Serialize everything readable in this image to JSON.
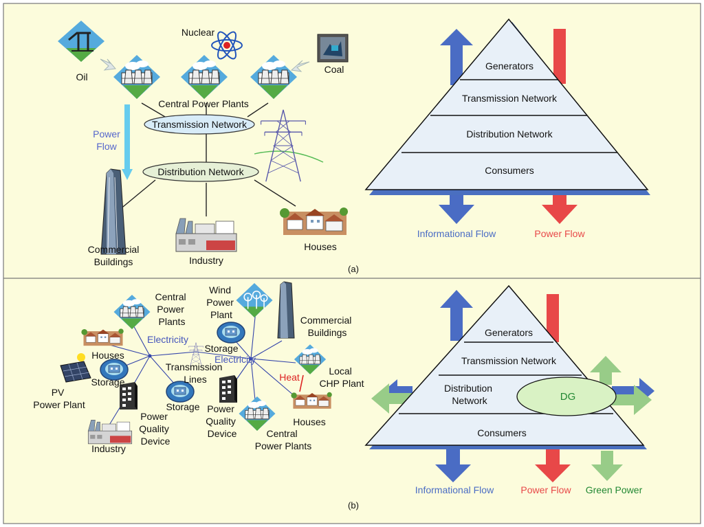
{
  "colors": {
    "background": "#fcfcdc",
    "border": "#777777",
    "pyramid_fill": "#e8f0f8",
    "pyramid_shadow": "#4a6fc0",
    "info_arrow": "#4a6cc4",
    "power_arrow": "#e84848",
    "green_arrow": "#98cc88",
    "dg_fill": "#d9f2c4",
    "power_flow_text": "#5566cc",
    "electricity_text": "#4455bb",
    "heat_text": "#dd2222",
    "green_text": "#228833",
    "cyan_arrow": "#66ccee"
  },
  "panel_a": {
    "label": "(a)",
    "sources": {
      "oil": "Oil",
      "nuclear": "Nuclear",
      "coal": "Coal"
    },
    "central_power_plants": "Central Power Plants",
    "transmission_network": "Transmission Network",
    "distribution_network": "Distribution Network",
    "power_flow_line1": "Power",
    "power_flow_line2": "Flow",
    "commercial_line1": "Commercial",
    "commercial_line2": "Buildings",
    "industry": "Industry",
    "houses": "Houses"
  },
  "pyramid_a": {
    "layers": [
      "Generators",
      "Transmission Network",
      "Distribution Network",
      "Consumers"
    ],
    "informational_flow": "Informational Flow",
    "power_flow": "Power Flow"
  },
  "panel_b": {
    "label": "(b)",
    "central_power_plants_top": [
      "Central",
      "Power",
      "Plants"
    ],
    "wind_power_plant": [
      "Wind",
      "Power",
      "Plant"
    ],
    "commercial_buildings": [
      "Commercial",
      "Buildings"
    ],
    "electricity_left": "Electricity",
    "electricity_right": "Electricity",
    "houses_left": "Houses",
    "storage_top": "Storage",
    "storage_left": "Storage",
    "storage_bottom": "Storage",
    "transmission_lines": [
      "Transmission",
      "Lines"
    ],
    "heat": "Heat",
    "local_chp_plant": [
      "Local",
      "CHP Plant"
    ],
    "pv_power_plant": [
      "PV",
      "Power Plant"
    ],
    "pq_device_left": [
      "Power",
      "Quality",
      "Device"
    ],
    "pq_device_right": [
      "Power",
      "Quality",
      "Device"
    ],
    "houses_right": "Houses",
    "industry": "Industry",
    "central_power_plants_bottom": [
      "Central",
      "Power Plants"
    ]
  },
  "pyramid_b": {
    "generators": "Generators",
    "transmission_network": "Transmission Network",
    "distribution_network": [
      "Distribution",
      "Network"
    ],
    "dg": "DG",
    "consumers": "Consumers",
    "informational_flow": "Informational Flow",
    "power_flow": "Power Flow",
    "green_power": "Green Power"
  }
}
